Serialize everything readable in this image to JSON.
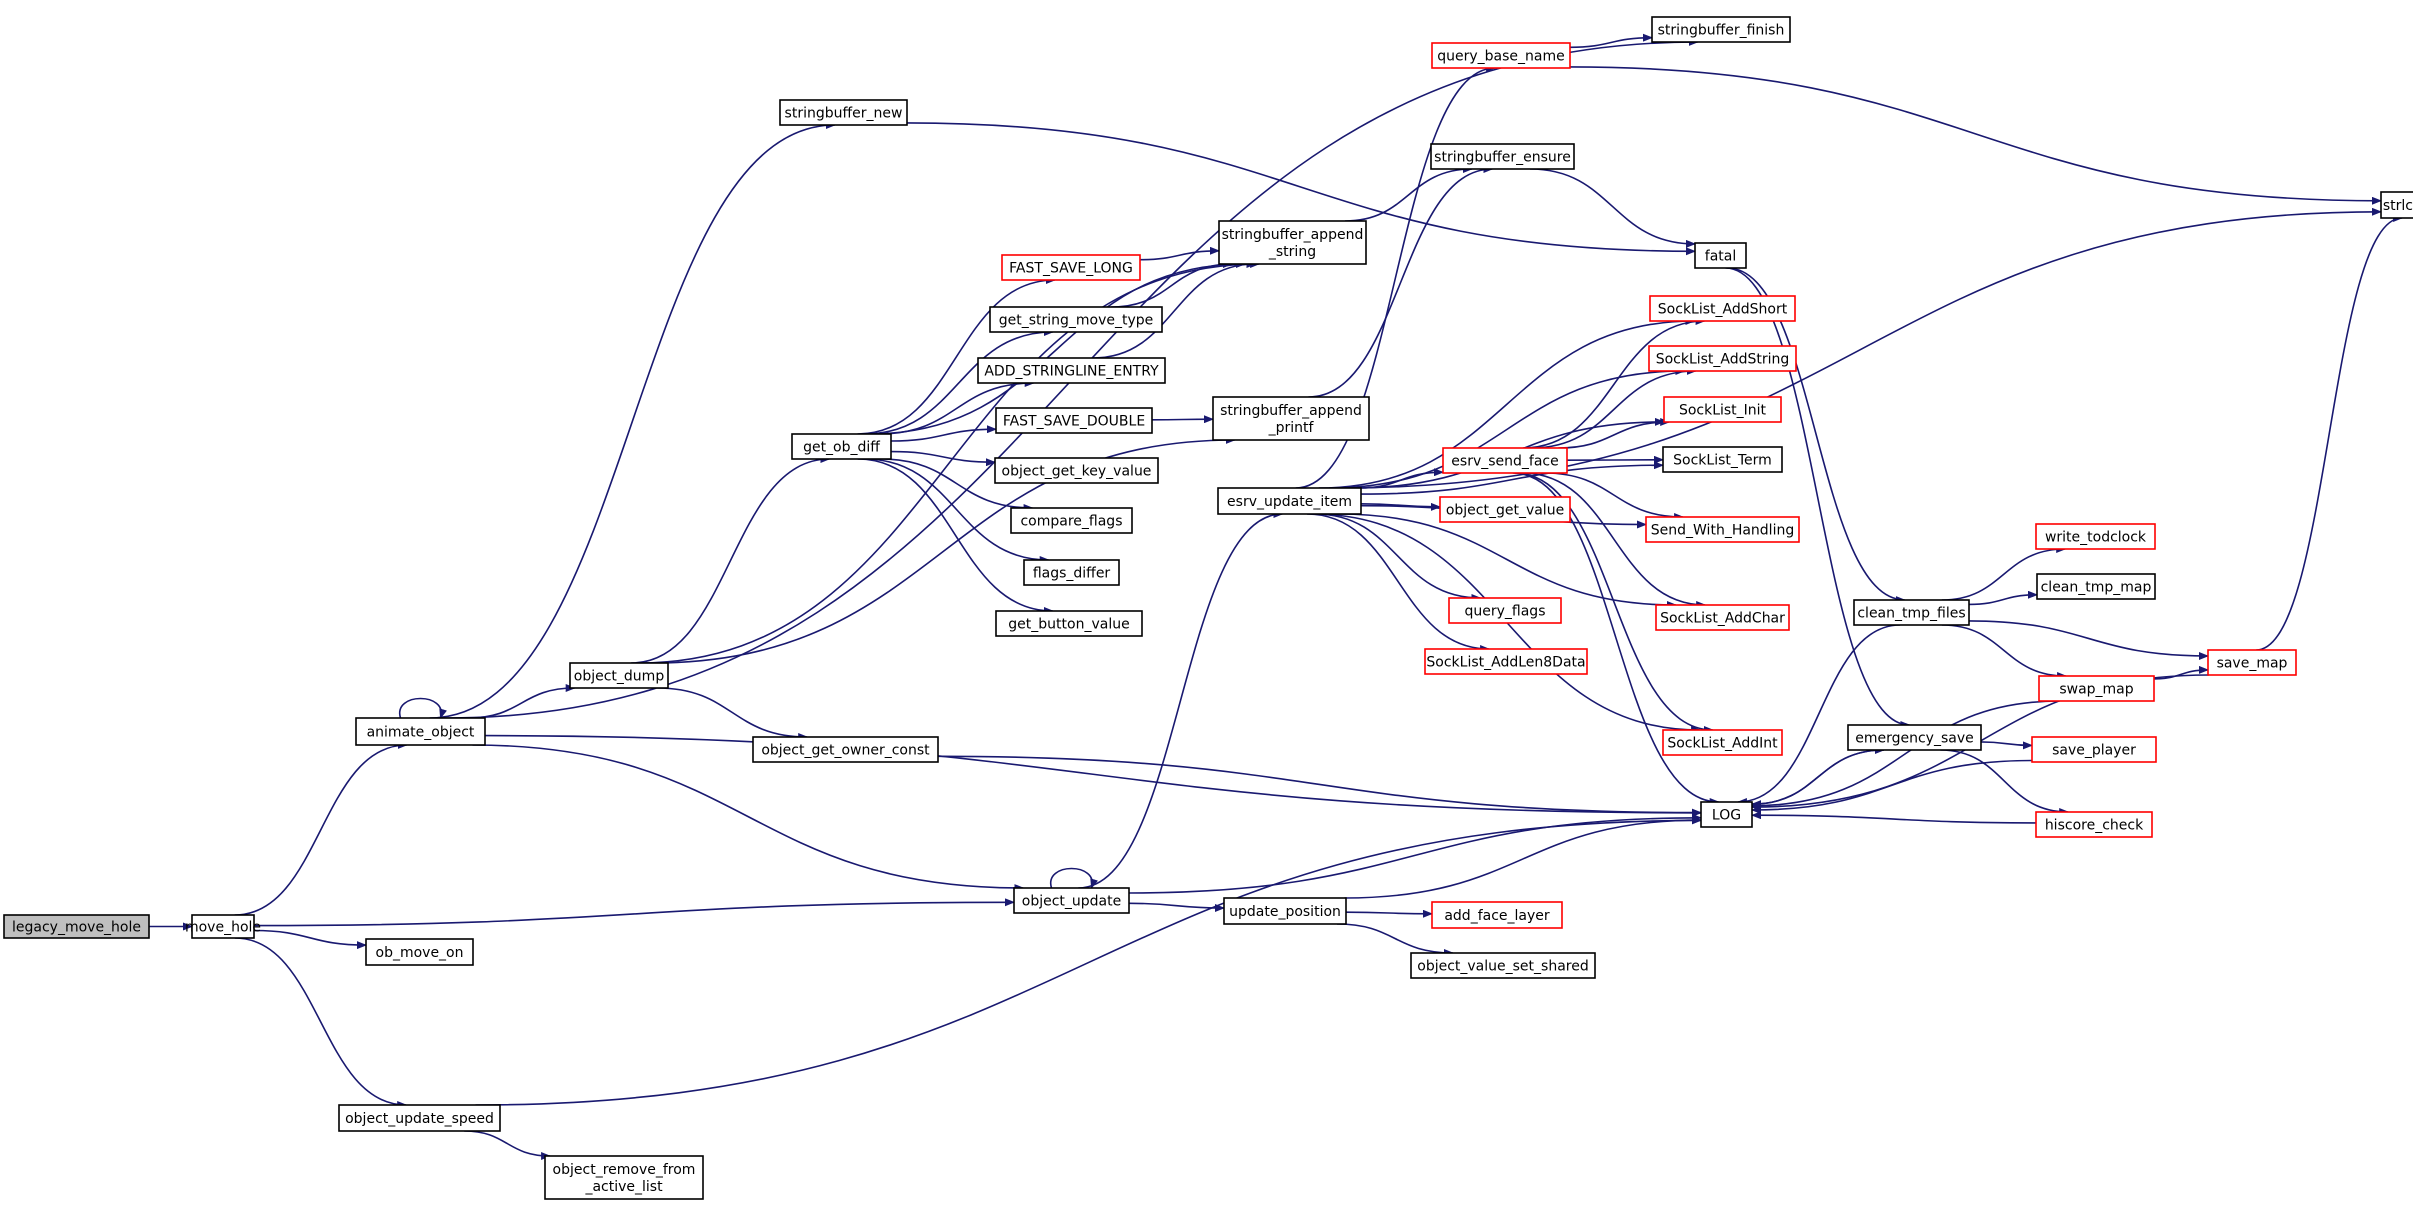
{
  "nodes": [
    {
      "id": "legacy_move_hole",
      "lines": [
        "legacy_move_hole"
      ],
      "style": "root"
    },
    {
      "id": "move_hole",
      "lines": [
        "move_hole"
      ],
      "style": "black"
    },
    {
      "id": "animate_object",
      "lines": [
        "animate_object"
      ],
      "style": "black"
    },
    {
      "id": "ob_move_on",
      "lines": [
        "ob_move_on"
      ],
      "style": "black"
    },
    {
      "id": "object_update",
      "lines": [
        "object_update"
      ],
      "style": "black"
    },
    {
      "id": "object_update_speed",
      "lines": [
        "object_update_speed"
      ],
      "style": "black"
    },
    {
      "id": "object_dump",
      "lines": [
        "object_dump"
      ],
      "style": "black"
    },
    {
      "id": "stringbuffer_new",
      "lines": [
        "stringbuffer_new"
      ],
      "style": "black"
    },
    {
      "id": "stringbuffer_finish",
      "lines": [
        "stringbuffer_finish"
      ],
      "style": "black"
    },
    {
      "id": "LOG",
      "lines": [
        "LOG"
      ],
      "style": "black"
    },
    {
      "id": "object_remove_from_active_list",
      "lines": [
        "object_remove_from",
        "_active_list"
      ],
      "style": "black"
    },
    {
      "id": "get_ob_diff",
      "lines": [
        "get_ob_diff"
      ],
      "style": "black"
    },
    {
      "id": "object_get_owner_const",
      "lines": [
        "object_get_owner_const"
      ],
      "style": "black"
    },
    {
      "id": "stringbuffer_append_printf",
      "lines": [
        "stringbuffer_append",
        "_printf"
      ],
      "style": "black"
    },
    {
      "id": "stringbuffer_append_string",
      "lines": [
        "stringbuffer_append",
        "_string"
      ],
      "style": "black"
    },
    {
      "id": "FAST_SAVE_LONG",
      "lines": [
        "FAST_SAVE_LONG"
      ],
      "style": "red"
    },
    {
      "id": "get_string_move_type",
      "lines": [
        "get_string_move_type"
      ],
      "style": "black"
    },
    {
      "id": "ADD_STRINGLINE_ENTRY",
      "lines": [
        "ADD_STRINGLINE_ENTRY"
      ],
      "style": "black"
    },
    {
      "id": "FAST_SAVE_DOUBLE",
      "lines": [
        "FAST_SAVE_DOUBLE"
      ],
      "style": "black"
    },
    {
      "id": "object_get_key_value",
      "lines": [
        "object_get_key_value"
      ],
      "style": "black"
    },
    {
      "id": "compare_flags",
      "lines": [
        "compare_flags"
      ],
      "style": "black"
    },
    {
      "id": "flags_differ",
      "lines": [
        "flags_differ"
      ],
      "style": "black"
    },
    {
      "id": "get_button_value",
      "lines": [
        "get_button_value"
      ],
      "style": "black"
    },
    {
      "id": "update_position",
      "lines": [
        "update_position"
      ],
      "style": "black"
    },
    {
      "id": "add_face_layer",
      "lines": [
        "add_face_layer"
      ],
      "style": "red"
    },
    {
      "id": "object_value_set_shared",
      "lines": [
        "object_value_set_shared"
      ],
      "style": "black"
    },
    {
      "id": "esrv_update_item",
      "lines": [
        "esrv_update_item"
      ],
      "style": "black"
    },
    {
      "id": "query_base_name",
      "lines": [
        "query_base_name"
      ],
      "style": "red"
    },
    {
      "id": "stringbuffer_ensure",
      "lines": [
        "stringbuffer_ensure"
      ],
      "style": "black"
    },
    {
      "id": "fatal",
      "lines": [
        "fatal"
      ],
      "style": "black"
    },
    {
      "id": "strlcpy",
      "lines": [
        "strlcpy"
      ],
      "style": "black"
    },
    {
      "id": "SockList_AddShort",
      "lines": [
        "SockList_AddShort"
      ],
      "style": "red"
    },
    {
      "id": "SockList_AddString",
      "lines": [
        "SockList_AddString"
      ],
      "style": "red"
    },
    {
      "id": "SockList_Init",
      "lines": [
        "SockList_Init"
      ],
      "style": "red"
    },
    {
      "id": "SockList_Term",
      "lines": [
        "SockList_Term"
      ],
      "style": "black"
    },
    {
      "id": "esrv_send_face",
      "lines": [
        "esrv_send_face"
      ],
      "style": "red"
    },
    {
      "id": "object_get_value",
      "lines": [
        "object_get_value"
      ],
      "style": "red"
    },
    {
      "id": "Send_With_Handling",
      "lines": [
        "Send_With_Handling"
      ],
      "style": "red"
    },
    {
      "id": "query_flags",
      "lines": [
        "query_flags"
      ],
      "style": "red"
    },
    {
      "id": "SockList_AddLen8Data",
      "lines": [
        "SockList_AddLen8Data"
      ],
      "style": "red"
    },
    {
      "id": "SockList_AddChar",
      "lines": [
        "SockList_AddChar"
      ],
      "style": "red"
    },
    {
      "id": "SockList_AddInt",
      "lines": [
        "SockList_AddInt"
      ],
      "style": "red"
    },
    {
      "id": "clean_tmp_files",
      "lines": [
        "clean_tmp_files"
      ],
      "style": "black"
    },
    {
      "id": "emergency_save",
      "lines": [
        "emergency_save"
      ],
      "style": "black"
    },
    {
      "id": "write_todclock",
      "lines": [
        "write_todclock"
      ],
      "style": "red"
    },
    {
      "id": "clean_tmp_map",
      "lines": [
        "clean_tmp_map"
      ],
      "style": "black"
    },
    {
      "id": "swap_map",
      "lines": [
        "swap_map"
      ],
      "style": "red"
    },
    {
      "id": "save_map",
      "lines": [
        "save_map"
      ],
      "style": "red"
    },
    {
      "id": "save_player",
      "lines": [
        "save_player"
      ],
      "style": "red"
    },
    {
      "id": "hiscore_check",
      "lines": [
        "hiscore_check"
      ],
      "style": "red"
    }
  ],
  "edges": [
    [
      "legacy_move_hole",
      "move_hole"
    ],
    [
      "move_hole",
      "animate_object"
    ],
    [
      "move_hole",
      "object_update"
    ],
    [
      "move_hole",
      "ob_move_on"
    ],
    [
      "move_hole",
      "object_update_speed"
    ],
    [
      "animate_object",
      "animate_object"
    ],
    [
      "animate_object",
      "stringbuffer_finish"
    ],
    [
      "animate_object",
      "stringbuffer_new"
    ],
    [
      "animate_object",
      "object_dump"
    ],
    [
      "animate_object",
      "object_update"
    ],
    [
      "animate_object",
      "LOG"
    ],
    [
      "object_dump",
      "stringbuffer_append_string"
    ],
    [
      "object_dump",
      "get_ob_diff"
    ],
    [
      "object_dump",
      "stringbuffer_append_printf"
    ],
    [
      "object_dump",
      "object_get_owner_const"
    ],
    [
      "stringbuffer_new",
      "fatal"
    ],
    [
      "get_ob_diff",
      "stringbuffer_append_string"
    ],
    [
      "get_ob_diff",
      "FAST_SAVE_LONG"
    ],
    [
      "get_ob_diff",
      "get_string_move_type"
    ],
    [
      "get_ob_diff",
      "ADD_STRINGLINE_ENTRY"
    ],
    [
      "get_ob_diff",
      "FAST_SAVE_DOUBLE"
    ],
    [
      "get_ob_diff",
      "object_get_key_value"
    ],
    [
      "get_ob_diff",
      "compare_flags"
    ],
    [
      "get_ob_diff",
      "flags_differ"
    ],
    [
      "get_ob_diff",
      "get_button_value"
    ],
    [
      "FAST_SAVE_LONG",
      "stringbuffer_append_string"
    ],
    [
      "get_string_move_type",
      "stringbuffer_append_string"
    ],
    [
      "ADD_STRINGLINE_ENTRY",
      "stringbuffer_append_string"
    ],
    [
      "FAST_SAVE_DOUBLE",
      "stringbuffer_append_printf"
    ],
    [
      "stringbuffer_append_string",
      "stringbuffer_ensure"
    ],
    [
      "stringbuffer_append_printf",
      "stringbuffer_ensure"
    ],
    [
      "stringbuffer_ensure",
      "fatal"
    ],
    [
      "object_get_owner_const",
      "LOG"
    ],
    [
      "object_update",
      "object_update"
    ],
    [
      "object_update",
      "esrv_update_item"
    ],
    [
      "object_update",
      "update_position"
    ],
    [
      "object_update",
      "LOG"
    ],
    [
      "object_update_speed",
      "LOG"
    ],
    [
      "object_update_speed",
      "object_remove_from_active_list"
    ],
    [
      "update_position",
      "LOG"
    ],
    [
      "update_position",
      "add_face_layer"
    ],
    [
      "update_position",
      "object_value_set_shared"
    ],
    [
      "esrv_update_item",
      "query_base_name"
    ],
    [
      "esrv_update_item",
      "strlcpy"
    ],
    [
      "esrv_update_item",
      "SockList_AddShort"
    ],
    [
      "esrv_update_item",
      "SockList_AddString"
    ],
    [
      "esrv_update_item",
      "SockList_Init"
    ],
    [
      "esrv_update_item",
      "SockList_Term"
    ],
    [
      "esrv_update_item",
      "esrv_send_face"
    ],
    [
      "esrv_update_item",
      "object_get_value"
    ],
    [
      "esrv_update_item",
      "Send_With_Handling"
    ],
    [
      "esrv_update_item",
      "query_flags"
    ],
    [
      "esrv_update_item",
      "SockList_AddLen8Data"
    ],
    [
      "esrv_update_item",
      "SockList_AddChar"
    ],
    [
      "esrv_update_item",
      "SockList_AddInt"
    ],
    [
      "query_base_name",
      "stringbuffer_finish"
    ],
    [
      "query_base_name",
      "strlcpy"
    ],
    [
      "esrv_send_face",
      "SockList_AddShort"
    ],
    [
      "esrv_send_face",
      "SockList_AddString"
    ],
    [
      "esrv_send_face",
      "SockList_Init"
    ],
    [
      "esrv_send_face",
      "SockList_Term"
    ],
    [
      "esrv_send_face",
      "Send_With_Handling"
    ],
    [
      "esrv_send_face",
      "SockList_AddChar"
    ],
    [
      "esrv_send_face",
      "SockList_AddInt"
    ],
    [
      "esrv_send_face",
      "LOG"
    ],
    [
      "fatal",
      "clean_tmp_files"
    ],
    [
      "fatal",
      "emergency_save"
    ],
    [
      "clean_tmp_files",
      "write_todclock"
    ],
    [
      "clean_tmp_files",
      "clean_tmp_map"
    ],
    [
      "clean_tmp_files",
      "swap_map"
    ],
    [
      "clean_tmp_files",
      "save_map"
    ],
    [
      "clean_tmp_files",
      "LOG"
    ],
    [
      "swap_map",
      "save_map"
    ],
    [
      "swap_map",
      "LOG"
    ],
    [
      "save_map",
      "strlcpy"
    ],
    [
      "save_map",
      "LOG"
    ],
    [
      "emergency_save",
      "save_player"
    ],
    [
      "emergency_save",
      "hiscore_check"
    ],
    [
      "emergency_save",
      "LOG"
    ],
    [
      "save_player",
      "LOG"
    ],
    [
      "hiscore_check",
      "LOG"
    ],
    [
      "LOG",
      "emergency_save"
    ]
  ],
  "colors": {
    "edge": "#191970",
    "border_default": "#000000",
    "border_truncated": "#ff0000",
    "root_fill": "#bfbfbf",
    "background": "#ffffff"
  }
}
